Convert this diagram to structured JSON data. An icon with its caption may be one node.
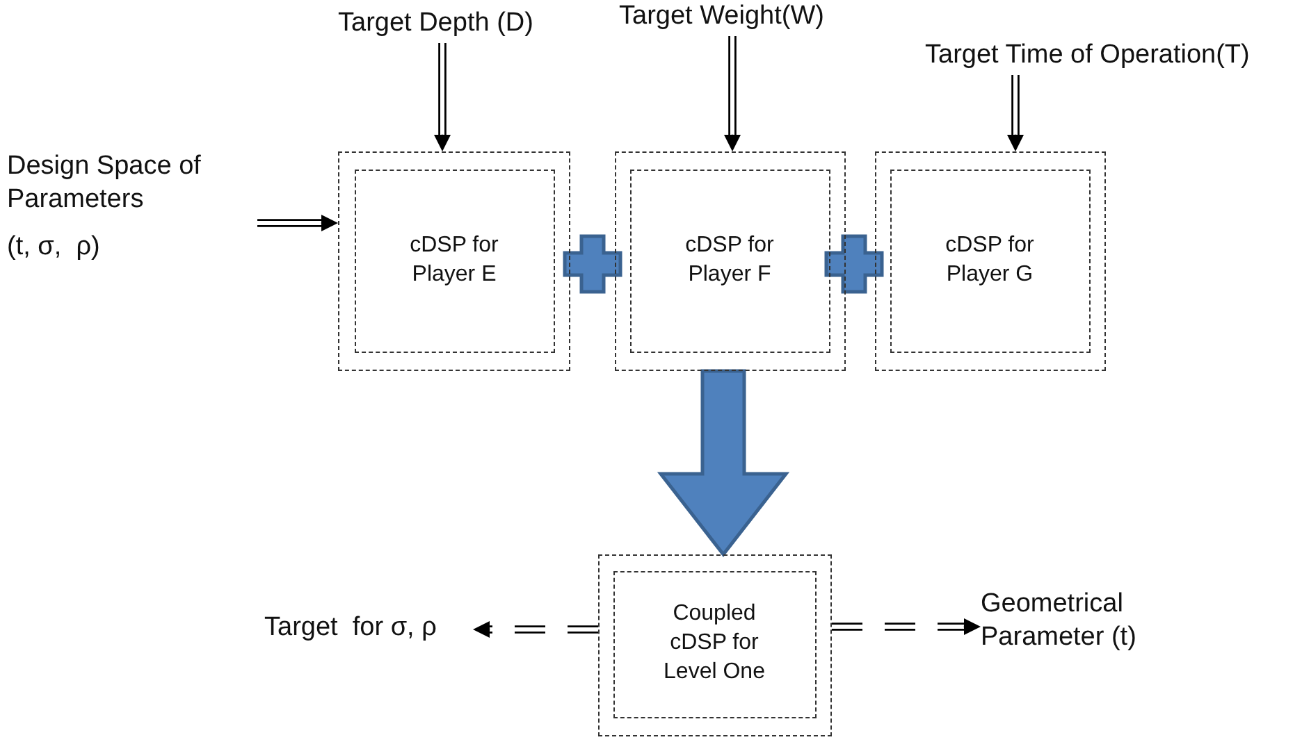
{
  "diagram": {
    "nodes": [
      {
        "text": [],
        "shape": "box"
      },
      {
        "text": [
          "cDSP for Player E"
        ],
        "in": 0
      },
      {
        "text": [],
        "shape": "box"
      },
      {
        "text": [
          "cDSP for Player F"
        ],
        "in": 2
      },
      {
        "text": [],
        "shape": "box"
      },
      {
        "text": [
          "cDSP for Player G"
        ],
        "in": 4
      },
      {
        "text": [],
        "shape": "box"
      },
      {
        "text": [
          "Coupled cDSP for Level One"
        ],
        "in": 6
      },
      {
        "text": [
          "Design Space of Parameters",
          "(t, σ,  ρ)"
        ]
      },
      {
        "text": [
          "Target Depth (D)"
        ]
      },
      {
        "text": [
          "Target Weight(W)"
        ]
      },
      {
        "text": [
          "Target Time of Operation(T)"
        ]
      },
      {
        "text": [
          "Target  for σ, ρ"
        ]
      },
      {
        "text": [
          "Geometrical Parameter (t)"
        ]
      }
    ],
    "edges": [
      {
        "from": 8,
        "to": 0,
        "arrow": "to"
      },
      {
        "from": 9,
        "to": 0,
        "arrow": "to"
      },
      {
        "from": 10,
        "to": 2,
        "arrow": "to"
      },
      {
        "from": 11,
        "to": 4,
        "arrow": "to"
      },
      {
        "from": 2,
        "to": 6,
        "arrow": "to",
        "style": "thick",
        "color": "#4f81bd"
      },
      {
        "from": 6,
        "to": 12,
        "arrow": "to",
        "style": "dashed"
      },
      {
        "from": 6,
        "to": 13,
        "arrow": "to",
        "style": "dashed"
      }
    ]
  }
}
